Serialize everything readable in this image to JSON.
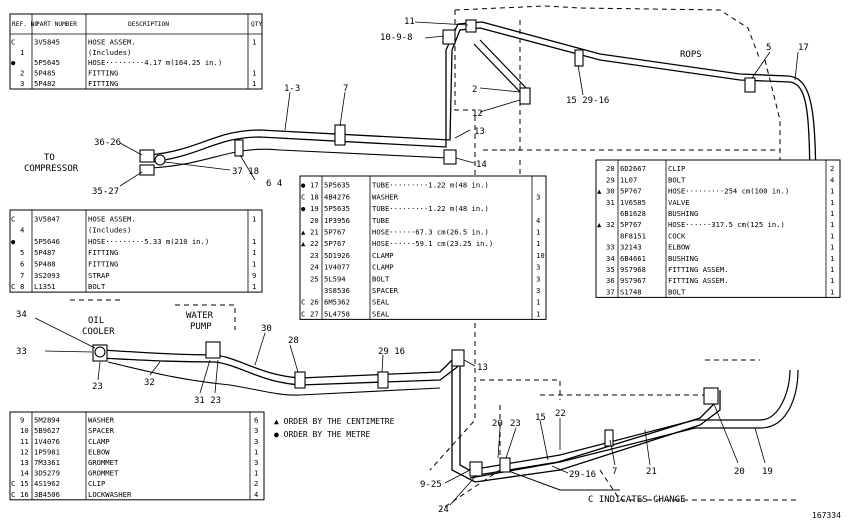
{
  "tables": {
    "top_left": {
      "headers": [
        "REF. NO",
        "PART NUMBER",
        "DESCRIPTION",
        "QTY"
      ],
      "rows": [
        {
          "mark": "C",
          "ref": "",
          "part": "3V5845",
          "desc": "HOSE ASSEM.",
          "qty": "1"
        },
        {
          "mark": "",
          "ref": "1",
          "part": "",
          "desc": "(Includes)",
          "qty": ""
        },
        {
          "mark": "●",
          "ref": "",
          "part": "5P5645",
          "desc": "HOSE·········4.17 m(164.25 in.)",
          "qty": ""
        },
        {
          "mark": "",
          "ref": "2",
          "part": "5P485",
          "desc": "FITTING",
          "qty": "1"
        },
        {
          "mark": "",
          "ref": "3",
          "part": "5P482",
          "desc": "FITTING",
          "qty": "1"
        }
      ]
    },
    "mid_left": {
      "rows": [
        {
          "mark": "C",
          "ref": "",
          "part": "3V5847",
          "desc": "HOSE ASSEM.",
          "qty": "1"
        },
        {
          "mark": "",
          "ref": "4",
          "part": "",
          "desc": "(Includes)",
          "qty": ""
        },
        {
          "mark": "●",
          "ref": "",
          "part": "5P5646",
          "desc": "HOSE·········5.33 m(210 in.)",
          "qty": "1"
        },
        {
          "mark": "",
          "ref": "5",
          "part": "5P487",
          "desc": "FITTING",
          "qty": "1"
        },
        {
          "mark": "",
          "ref": "6",
          "part": "5P488",
          "desc": "FITTING",
          "qty": "1"
        },
        {
          "mark": "",
          "ref": "7",
          "part": "3S2093",
          "desc": "STRAP",
          "qty": "9"
        },
        {
          "mark": "C",
          "ref": "8",
          "part": "L1351",
          "desc": "BOLT",
          "qty": "1"
        }
      ]
    },
    "bottom_left": {
      "rows": [
        {
          "mark": "",
          "ref": "9",
          "part": "5M2894",
          "desc": "WASHER",
          "qty": "6"
        },
        {
          "mark": "",
          "ref": "10",
          "part": "5B9627",
          "desc": "SPACER",
          "qty": "3"
        },
        {
          "mark": "",
          "ref": "11",
          "part": "1V4076",
          "desc": "CLAMP",
          "qty": "3"
        },
        {
          "mark": "",
          "ref": "12",
          "part": "1P5981",
          "desc": "ELBOW",
          "qty": "1"
        },
        {
          "mark": "",
          "ref": "13",
          "part": "7M3361",
          "desc": "GROMMET",
          "qty": "3"
        },
        {
          "mark": "",
          "ref": "14",
          "part": "3D5279",
          "desc": "GROMMET",
          "qty": "1"
        },
        {
          "mark": "C",
          "ref": "15",
          "part": "4S1962",
          "desc": "CLIP",
          "qty": "2"
        },
        {
          "mark": "C",
          "ref": "16",
          "part": "3B4506",
          "desc": "LOCKWASHER",
          "qty": "4"
        }
      ]
    },
    "center": {
      "rows": [
        {
          "mark": "●",
          "ref": "17",
          "part": "5P5635",
          "desc": "TUBE·········1.22 m(48 in.)",
          "qty": ""
        },
        {
          "mark": "C",
          "ref": "18",
          "part": "4B4276",
          "desc": "WASHER",
          "qty": "3"
        },
        {
          "mark": "●",
          "ref": "19",
          "part": "5P5635",
          "desc": "TUBE·········1.22 m(48 in.)",
          "qty": ""
        },
        {
          "mark": "",
          "ref": "20",
          "part": "1P3956",
          "desc": "TUBE",
          "qty": "4"
        },
        {
          "mark": "▲",
          "ref": "21",
          "part": "5P767",
          "desc": "HOSE······67.3 cm(26.5 in.)",
          "qty": "1"
        },
        {
          "mark": "▲",
          "ref": "22",
          "part": "5P767",
          "desc": "HOSE······59.1 cm(23.25 in.)",
          "qty": "1"
        },
        {
          "mark": "",
          "ref": "23",
          "part": "5D1926",
          "desc": "CLAMP",
          "qty": "10"
        },
        {
          "mark": "",
          "ref": "24",
          "part": "1V4077",
          "desc": "CLAMP",
          "qty": "3"
        },
        {
          "mark": "",
          "ref": "25",
          "part": "5L594",
          "desc": "BOLT",
          "qty": "3"
        },
        {
          "mark": "",
          "ref": "",
          "part": "3S8536",
          "desc": "SPACER",
          "qty": "3"
        },
        {
          "mark": "C",
          "ref": "26",
          "part": "6M5362",
          "desc": "SEAL",
          "qty": "1"
        },
        {
          "mark": "C",
          "ref": "27",
          "part": "5L4758",
          "desc": "SEAL",
          "qty": "1"
        }
      ]
    },
    "right": {
      "rows": [
        {
          "mark": "",
          "ref": "28",
          "part": "6D2667",
          "desc": "CLIP",
          "qty": "2"
        },
        {
          "mark": "",
          "ref": "29",
          "part": "1L07",
          "desc": "BOLT",
          "qty": "4"
        },
        {
          "mark": "▲",
          "ref": "30",
          "part": "5P767",
          "desc": "HOSE·········254 cm(100 in.)",
          "qty": "1"
        },
        {
          "mark": "",
          "ref": "31",
          "part": "1V6585",
          "desc": "VALVE",
          "qty": "1"
        },
        {
          "mark": "",
          "ref": "",
          "part": "6B1628",
          "desc": "BUSHING",
          "qty": "1"
        },
        {
          "mark": "▲",
          "ref": "32",
          "part": "5P767",
          "desc": "HOSE······317.5 cm(125 in.)",
          "qty": "1"
        },
        {
          "mark": "",
          "ref": "",
          "part": "8F8151",
          "desc": "COCK",
          "qty": "1"
        },
        {
          "mark": "",
          "ref": "33",
          "part": "32143",
          "desc": "ELBOW",
          "qty": "1"
        },
        {
          "mark": "",
          "ref": "34",
          "part": "6B4661",
          "desc": "BUSHING",
          "qty": "1"
        },
        {
          "mark": "",
          "ref": "35",
          "part": "9S7968",
          "desc": "FITTING ASSEM.",
          "qty": "1"
        },
        {
          "mark": "",
          "ref": "36",
          "part": "9S7967",
          "desc": "FITTING ASSEM.",
          "qty": "1"
        },
        {
          "mark": "",
          "ref": "37",
          "part": "S1748",
          "desc": "BOLT",
          "qty": "1"
        }
      ]
    }
  },
  "legend": {
    "centimetre": "▲ ORDER BY THE CENTIMETRE",
    "metre": "● ORDER BY THE METRE"
  },
  "labels": {
    "rops": "ROPS",
    "to": "TO",
    "compressor": "COMPRESSOR",
    "oil": "OIL",
    "cooler": "COOLER",
    "water": "WATER",
    "pump": "PUMP",
    "change_note": "C INDICATES CHANGE",
    "figure_number": "167334"
  },
  "callouts": {
    "c11": "11",
    "c10_9_8": "10-9-8",
    "c5": "5",
    "c17a": "17",
    "c2": "2",
    "c12": "12",
    "c15_29_16": "15 29-16",
    "c13a": "13",
    "c14": "14",
    "c1_3": "1-3",
    "c7a": "7",
    "c36_26": "36-26",
    "c35_27": "35-27",
    "c37_18": "37 18",
    "c6_4": "6 4",
    "c34": "34",
    "c33": "33",
    "c30": "30",
    "c28": "28",
    "c29_16a": "29 16",
    "c13b": "13",
    "c23a": "23",
    "c32": "32",
    "c31_23": "31  23",
    "c20a": "20",
    "c23b": "23",
    "c15b": "15",
    "c22": "22",
    "c9_25": "9-25",
    "c24": "24",
    "c29_16b": "29-16",
    "c7b": "7",
    "c21": "21",
    "c20b": "20",
    "c19": "19"
  }
}
